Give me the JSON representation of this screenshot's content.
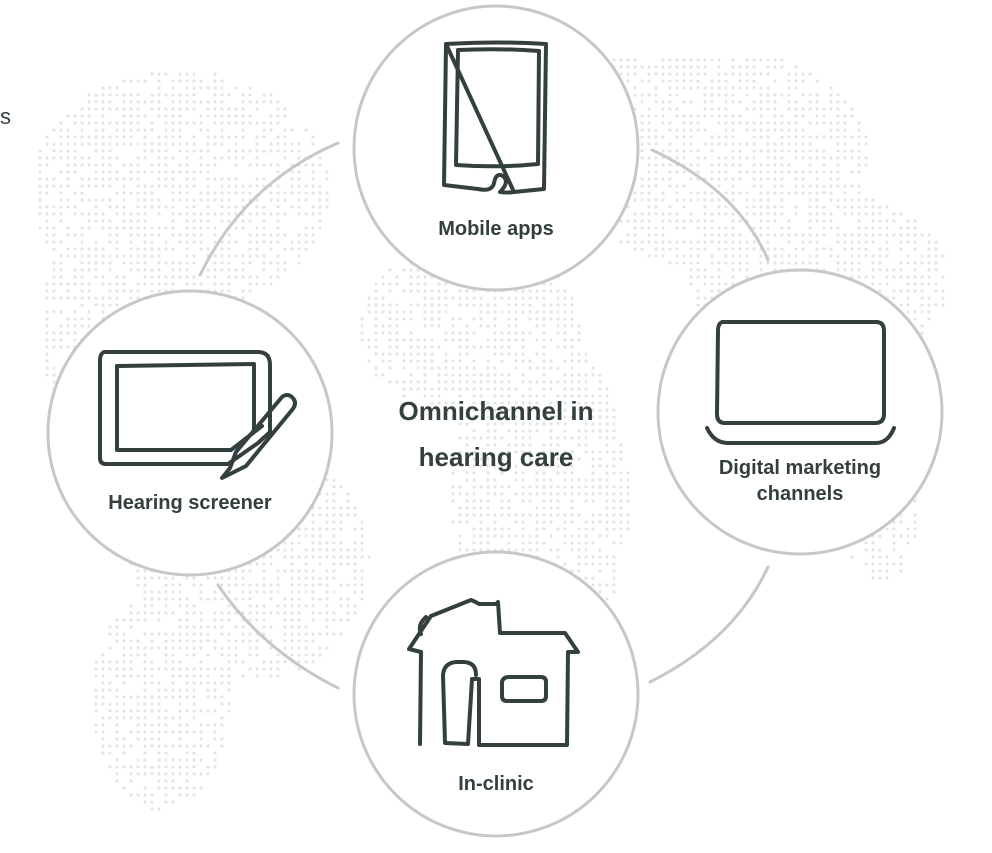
{
  "diagram": {
    "center_title_line1": "Omnichannel in",
    "center_title_line2": "hearing care",
    "nodes": {
      "mobile_apps": {
        "label": "Mobile apps",
        "icon": "smartphone-icon"
      },
      "digital_marketing": {
        "label_line1": "Digital marketing",
        "label_line2": "channels",
        "icon": "laptop-icon"
      },
      "in_clinic": {
        "label": "In-clinic",
        "icon": "house-icon"
      },
      "hearing_screener": {
        "label": "Hearing screener",
        "icon": "tablet-with-pen-icon"
      }
    },
    "edge_glyph": "s"
  },
  "colors": {
    "ring": "#c4c9c8",
    "icon_stroke": "#33403f",
    "text": "#33403f",
    "map_dots": "#e3e5e4"
  }
}
